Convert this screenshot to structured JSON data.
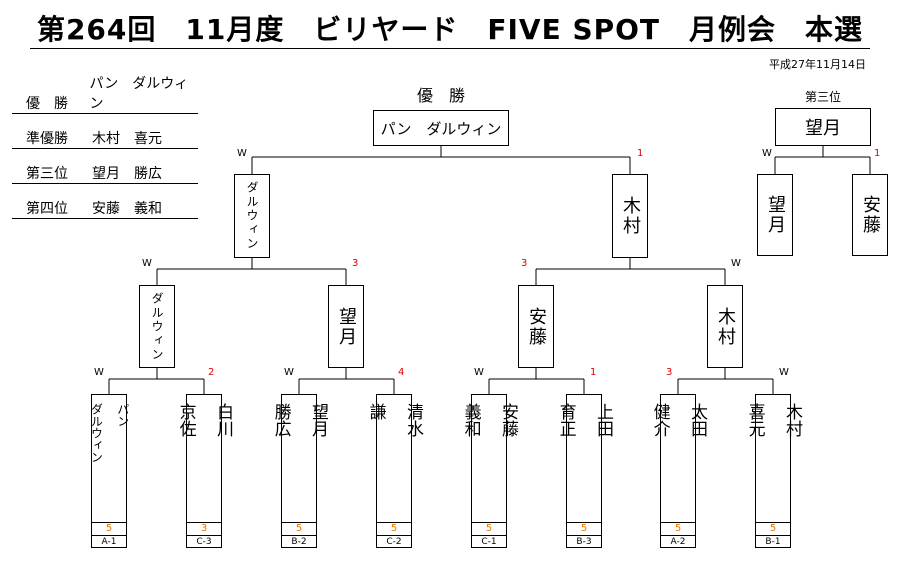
{
  "title": "第264回　11月度　ビリヤード　FIVE SPOT　月例会　本選",
  "date": "平成27年11月14日",
  "results": [
    {
      "label": "優　勝",
      "name": "パン　ダルウィン"
    },
    {
      "label": "準優勝",
      "name": "木村　喜元"
    },
    {
      "label": "第三位",
      "name": "望月　勝広"
    },
    {
      "label": "第四位",
      "name": "安藤　義和"
    }
  ],
  "champion_caption": "優　勝",
  "champion_name": "パン　ダルウィン",
  "third_caption": "第三位",
  "third_name": "望月",
  "third_players": [
    "望月",
    "安藤"
  ],
  "semis": [
    "ダルウィン",
    "木村"
  ],
  "quarters": [
    "ダルウィン",
    "望月",
    "安藤",
    "木村"
  ],
  "players": [
    {
      "name": "パン\n\nダルウィン",
      "handicap": "5",
      "seed": "A-1"
    },
    {
      "name": "白川\n\n京佐",
      "handicap": "3",
      "seed": "C-3"
    },
    {
      "name": "望月\n\n勝広",
      "handicap": "5",
      "seed": "B-2"
    },
    {
      "name": "清水\n\n謙",
      "handicap": "5",
      "seed": "C-2"
    },
    {
      "name": "安藤\n\n義和",
      "handicap": "5",
      "seed": "C-1"
    },
    {
      "name": "上田\n\n育正",
      "handicap": "5",
      "seed": "B-3"
    },
    {
      "name": "太田\n\n健介",
      "handicap": "5",
      "seed": "A-2"
    },
    {
      "name": "木村\n\n喜元",
      "handicap": "5",
      "seed": "B-1"
    }
  ],
  "scores": {
    "r1": [
      [
        "W",
        "2"
      ],
      [
        "W",
        "4"
      ],
      [
        "W",
        "1"
      ],
      [
        "3",
        "W"
      ]
    ],
    "r2": [
      [
        "W",
        "3"
      ],
      [
        "3",
        "W"
      ]
    ],
    "final": [
      "W",
      "1"
    ],
    "third": [
      "W",
      "1"
    ]
  },
  "colors": {
    "loss": "#e00000",
    "handicap": "#e07800",
    "line": "#000000"
  }
}
